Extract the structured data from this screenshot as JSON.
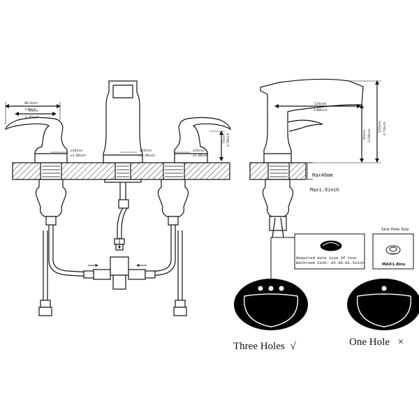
{
  "front_view": {
    "dim_top_mm": "86.5mm",
    "dim_top_in": "3.4inch",
    "dim_second_mm": "70mm",
    "dim_second_in": "2.76inch",
    "height_mm": "70mm",
    "height_in": "2.76inch",
    "hole_left_mm": "⌀35mm",
    "hole_left_in": "⌀1.38inch",
    "hole_mid_mm": "⌀35mm",
    "hole_mid_in": "⌀1.38inch",
    "hole_right_mm": "⌀35mm",
    "hole_right_in": "⌀1.38inch"
  },
  "side_view": {
    "reach_mm": "124mm",
    "reach_in": "4.88inch",
    "spout_height_mm": "90mm",
    "spout_height_in": "3.54inch",
    "total_height_mm": "120mm",
    "total_height_in": "4.72inch",
    "deck_max_mm": "Max46mm",
    "deck_max_in": "Max1.8inch"
  },
  "callouts": {
    "required_hole_line1": "Required Hole Size Of Your",
    "required_hole_line2": "Bathroom Sink: ⌀1.06-⌀1.5inch",
    "sink_hole_size_title": "Sink Hole Size",
    "sink_hole_max": "MAX1.8ins"
  },
  "sinks": {
    "three_holes": "Three Holes",
    "three_holes_mark": "√",
    "one_hole": "One Hole",
    "one_hole_mark": "×"
  },
  "colors": {
    "line": "#111111",
    "sink_fill": "#000000",
    "sink_inner_line": "#ffffff",
    "hatch": "#333333"
  }
}
